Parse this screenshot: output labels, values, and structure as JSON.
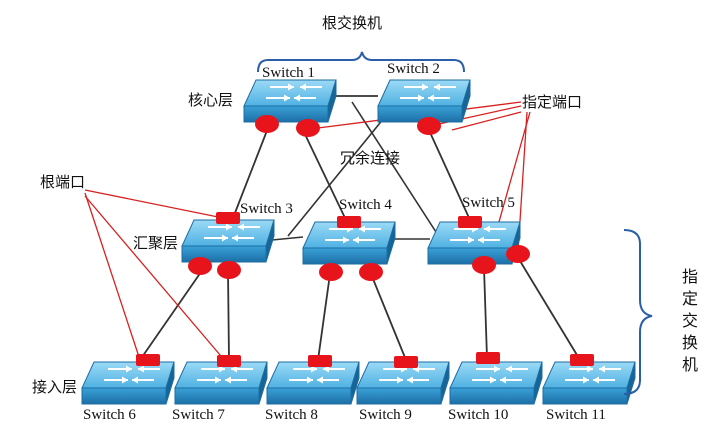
{
  "labels": {
    "root_switch": "根交换机",
    "core_layer": "核心层",
    "designated_port": "指定端口",
    "redundant_link": "冗余连接",
    "root_port": "根端口",
    "aggregation_layer": "汇聚层",
    "access_layer": "接入层",
    "designated_switch": "指定交换机"
  },
  "switches": [
    {
      "id": "s1",
      "label": "Switch 1",
      "layer": "core"
    },
    {
      "id": "s2",
      "label": "Switch 2",
      "layer": "core"
    },
    {
      "id": "s3",
      "label": "Switch 3",
      "layer": "aggregation"
    },
    {
      "id": "s4",
      "label": "Switch 4",
      "layer": "aggregation"
    },
    {
      "id": "s5",
      "label": "Switch 5",
      "layer": "aggregation"
    },
    {
      "id": "s6",
      "label": "Switch 6",
      "layer": "access"
    },
    {
      "id": "s7",
      "label": "Switch 7",
      "layer": "access"
    },
    {
      "id": "s8",
      "label": "Switch 8",
      "layer": "access"
    },
    {
      "id": "s9",
      "label": "Switch 9",
      "layer": "access"
    },
    {
      "id": "s10",
      "label": "Switch 10",
      "layer": "access"
    },
    {
      "id": "s11",
      "label": "Switch 11",
      "layer": "access"
    }
  ],
  "links": [
    {
      "from": "s1",
      "to": "s2",
      "status": "forwarding"
    },
    {
      "from": "s1",
      "to": "s3",
      "status": "forwarding"
    },
    {
      "from": "s1",
      "to": "s4",
      "status": "forwarding"
    },
    {
      "from": "s1",
      "to": "s5",
      "status": "blocked"
    },
    {
      "from": "s2",
      "to": "s3",
      "status": "blocked"
    },
    {
      "from": "s2",
      "to": "s5",
      "status": "forwarding"
    },
    {
      "from": "s3",
      "to": "s4",
      "status": "blocked"
    },
    {
      "from": "s4",
      "to": "s5",
      "status": "blocked"
    },
    {
      "from": "s3",
      "to": "s6",
      "status": "forwarding"
    },
    {
      "from": "s3",
      "to": "s7",
      "status": "forwarding"
    },
    {
      "from": "s4",
      "to": "s8",
      "status": "forwarding"
    },
    {
      "from": "s4",
      "to": "s9",
      "status": "forwarding"
    },
    {
      "from": "s5",
      "to": "s10",
      "status": "forwarding"
    },
    {
      "from": "s5",
      "to": "s11",
      "status": "forwarding"
    }
  ],
  "colors": {
    "switch_top": "#6fc3ea",
    "switch_front": "#2a8fc6",
    "designated_port": "#e8141c",
    "root_port": "#e8141c",
    "annotation_line": "#d92020",
    "bracket": "#2b5ea8",
    "link": "#333333"
  }
}
